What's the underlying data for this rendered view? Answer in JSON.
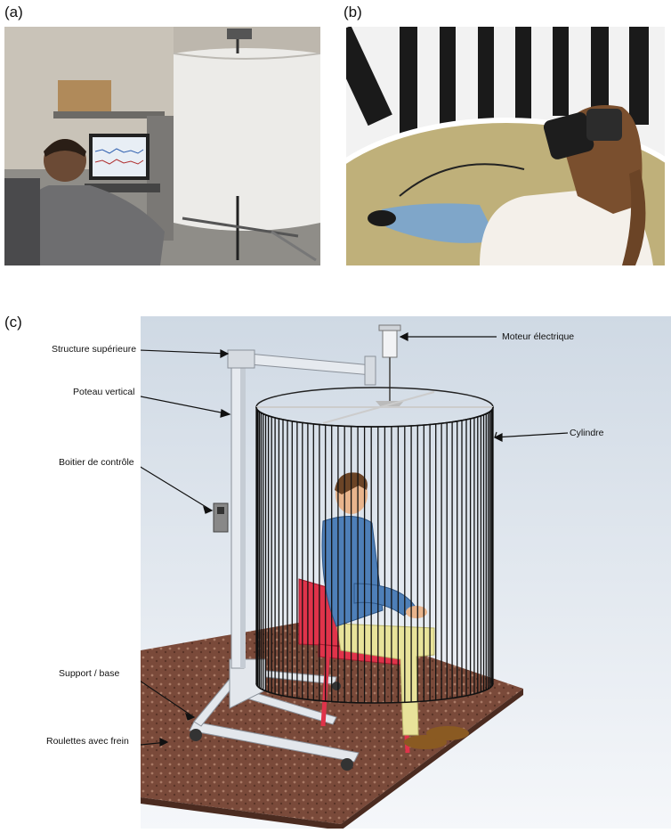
{
  "panels": {
    "a": {
      "letter": "(a)"
    },
    "b": {
      "letter": "(b)"
    },
    "c": {
      "letter": "(c)"
    }
  },
  "labels": {
    "structure": "Structure supérieure",
    "poteau": "Poteau vertical",
    "boitier": "Boitier de contrôle",
    "support": "Support / base",
    "roulettes": "Roulettes avec frein",
    "moteur": "Moteur électrique",
    "cylindre": "Cylindre"
  },
  "colors": {
    "floor": "#7a4a3a",
    "chair": "#e0334a",
    "shirt": "#4e7fb8",
    "pants": "#e8e39a",
    "frame": "#dfe4ea"
  }
}
